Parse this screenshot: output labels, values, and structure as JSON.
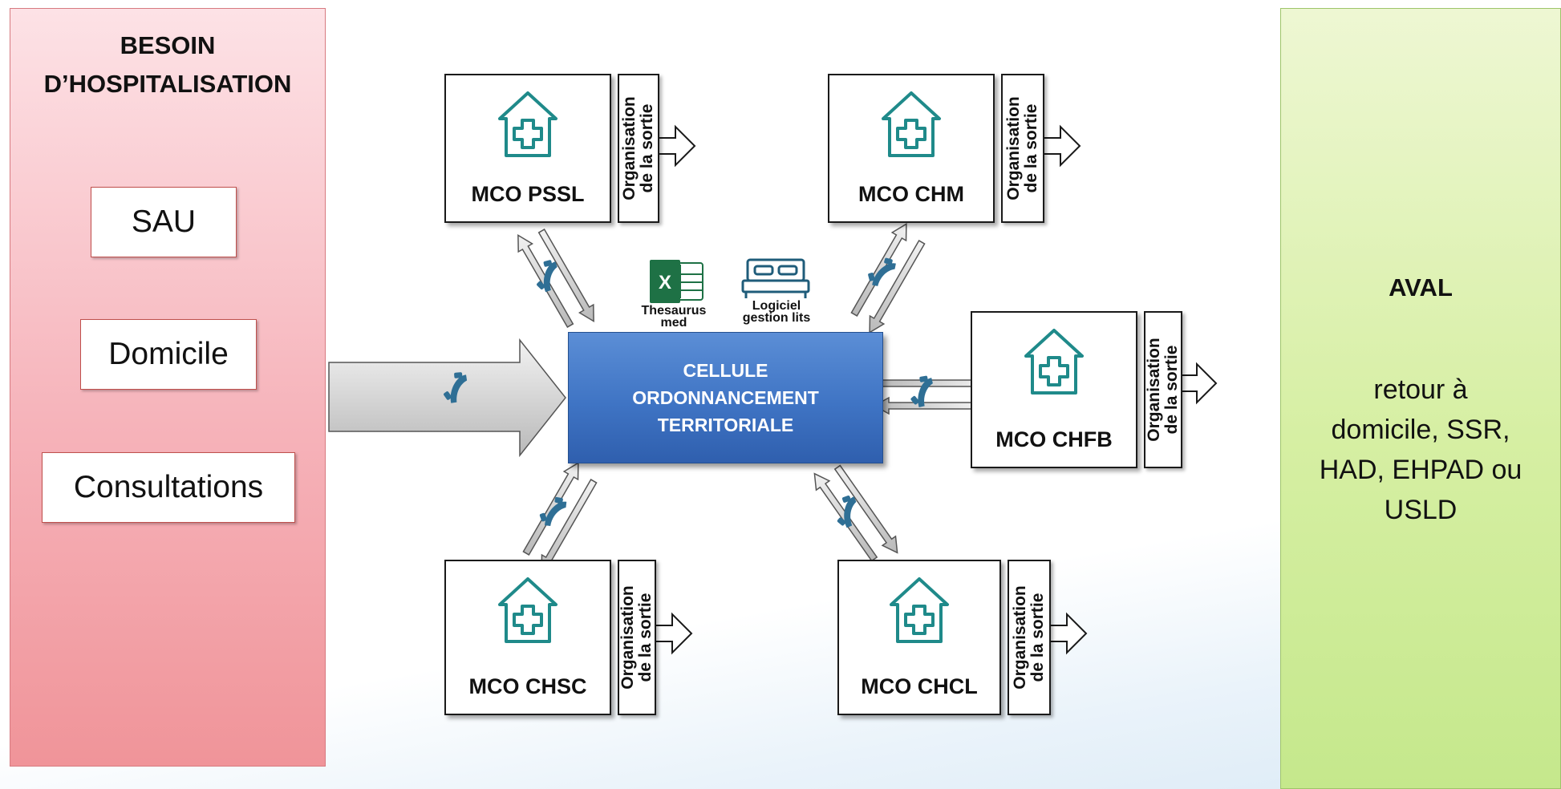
{
  "left_panel": {
    "title_line1": "BESOIN",
    "title_line2": "D’HOSPITALISATION",
    "sources": [
      "SAU",
      "Domicile",
      "Consultations"
    ]
  },
  "right_panel": {
    "title": "AVAL",
    "desc_line1": "retour à",
    "desc_line2": "domicile, SSR,",
    "desc_line3": "HAD, EHPAD ou",
    "desc_line4": "USLD"
  },
  "center": {
    "line1": "CELLULE",
    "line2": "ORDONNANCEMENT",
    "line3": "TERRITORIALE"
  },
  "tools": {
    "excel_icon_letter": "X",
    "thesaurus_line1": "Thesaurus",
    "thesaurus_line2": "med",
    "logiciel_line1": "Logiciel",
    "logiciel_line2": "gestion lits"
  },
  "hospitals": {
    "pssl": "MCO PSSL",
    "chm": "MCO CHM",
    "chfb": "MCO CHFB",
    "chsc": "MCO CHSC",
    "chcl": "MCO CHCL"
  },
  "org_label_line1": "Organisation",
  "org_label_line2": "de la sortie",
  "colors": {
    "left_panel": "#f6b3ba",
    "right_panel": "#d6efa3",
    "center_box": "#3f74c4",
    "icon_teal": "#1f8a8a",
    "phone_blue": "#2f6f95"
  }
}
